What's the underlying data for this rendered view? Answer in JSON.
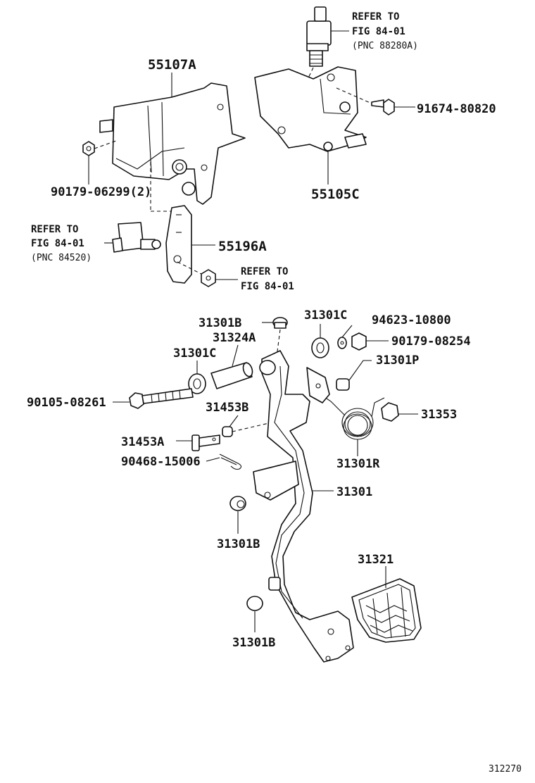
{
  "labels": {
    "p55107a": "55107A",
    "p90179_06299": "90179-06299(2)",
    "p55196a": "55196A",
    "p55105c": "55105C",
    "p91674": "91674-80820",
    "p31301b_top": "31301B",
    "p31324a": "31324A",
    "p31301c_left": "31301C",
    "p31301c_right": "31301C",
    "p94623": "94623-10800",
    "p90179_08254": "90179-08254",
    "p31301p": "31301P",
    "p90105": "90105-08261",
    "p31453b": "31453B",
    "p31353": "31353",
    "p31453a": "31453A",
    "p90468": "90468-15006",
    "p31301r": "31301R",
    "p31301": "31301",
    "p31301b_mid": "31301B",
    "p31321": "31321",
    "p31301b_bot": "31301B"
  },
  "refs": {
    "top": {
      "line1": "REFER TO",
      "line2": "FIG 84-01",
      "line3": "(PNC 88280A)"
    },
    "left": {
      "line1": "REFER TO",
      "line2": "FIG 84-01",
      "line3": "(PNC 84520)"
    },
    "nut": {
      "line1": "REFER TO",
      "line2": "FIG 84-01"
    }
  },
  "footer": {
    "code": "312270"
  },
  "colors": {
    "ink": "#111111",
    "paper": "#ffffff"
  }
}
